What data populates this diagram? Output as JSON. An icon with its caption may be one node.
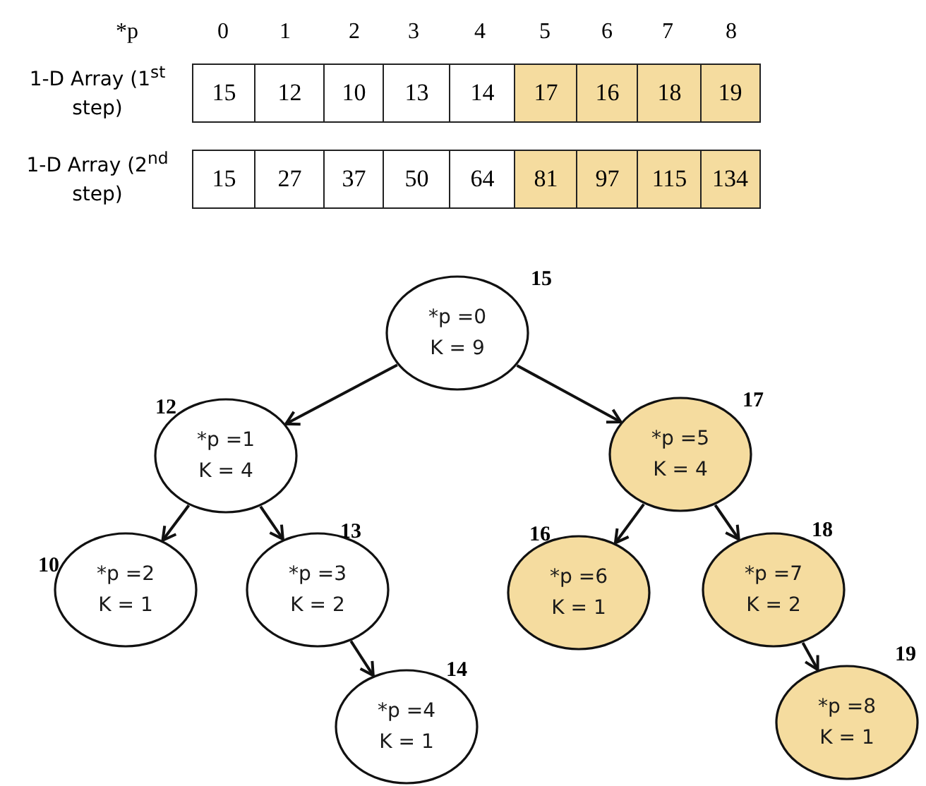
{
  "diagram": {
    "nodes": [
      {
        "text": [
          "*p =0",
          "K = 9"
        ],
        "beside": [
          "15"
        ]
      },
      {
        "text": [
          "*p =1",
          "K = 4"
        ],
        "beside": [
          "12"
        ]
      },
      {
        "text": [
          "*p =5",
          "K = 4"
        ],
        "beside": [
          "17"
        ]
      },
      {
        "text": [
          "*p =2",
          "K = 1"
        ],
        "beside": [
          "10"
        ]
      },
      {
        "text": [
          "*p =3",
          "K = 2"
        ],
        "beside": [
          "13"
        ]
      },
      {
        "text": [
          "*p =6",
          "K = 1"
        ],
        "beside": [
          "16"
        ]
      },
      {
        "text": [
          "*p =7",
          "K = 2"
        ],
        "beside": [
          "18"
        ]
      },
      {
        "text": [
          "*p =4",
          "K = 1"
        ],
        "beside": [
          "14"
        ]
      },
      {
        "text": [
          "*p =8",
          "K = 1"
        ],
        "beside": [
          "19"
        ]
      }
    ],
    "edges": [
      {
        "from": 0,
        "to": 1,
        "arrow": "to"
      },
      {
        "from": 0,
        "to": 2,
        "arrow": "to"
      },
      {
        "from": 1,
        "to": 3,
        "arrow": "to"
      },
      {
        "from": 1,
        "to": 4,
        "arrow": "to"
      },
      {
        "from": 4,
        "to": 7,
        "arrow": "to"
      },
      {
        "from": 2,
        "to": 5,
        "arrow": "to"
      },
      {
        "from": 2,
        "to": 6,
        "arrow": "to"
      },
      {
        "from": 6,
        "to": 8,
        "arrow": "to"
      }
    ],
    "labels": [
      "*p",
      "0",
      "1",
      "2",
      "3",
      "4",
      "5",
      "6",
      "7",
      "8",
      "1-D Array (1$^{st}$ step)",
      "15",
      "12",
      "10",
      "13",
      "14",
      "17",
      "16",
      "18",
      "19",
      "1-D Array (2$^{nd}$ step)",
      "15",
      "27",
      "37",
      "50",
      "64",
      "81",
      "97",
      "115",
      "134"
    ]
  }
}
